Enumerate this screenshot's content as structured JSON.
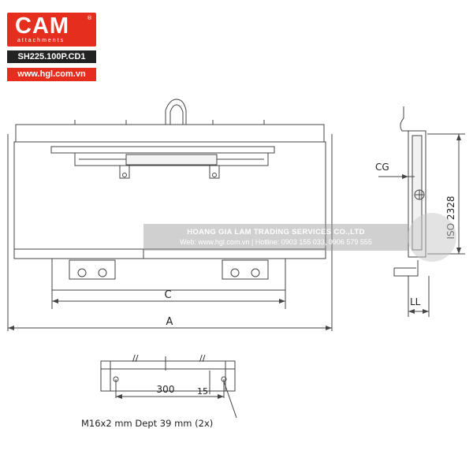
{
  "brand": {
    "logo_text": "CAM",
    "logo_registered": "®",
    "logo_subtext": "attachments",
    "model_code": "SH225.100P.CD1",
    "website": "www.hgl.com.vn",
    "red": "#e62e1e"
  },
  "drawing": {
    "front_view": {
      "dim_c": "C",
      "dim_a": "A"
    },
    "side_view": {
      "cg_label": "CG",
      "iso_label": "ISO 2328",
      "ll_label": "LL"
    },
    "detail_view": {
      "dim_300": "300",
      "dim_15": "15",
      "break_mark": "//",
      "note": "M16x2 mm Dept 39 mm (2x)"
    }
  },
  "watermark": {
    "company": "HOANG GIA LAM TRADING SERVICES CO.,LTD",
    "contact": "Web: www.hgl.com.vn | Hotline: 0903 155 033, 0906 579 555"
  }
}
